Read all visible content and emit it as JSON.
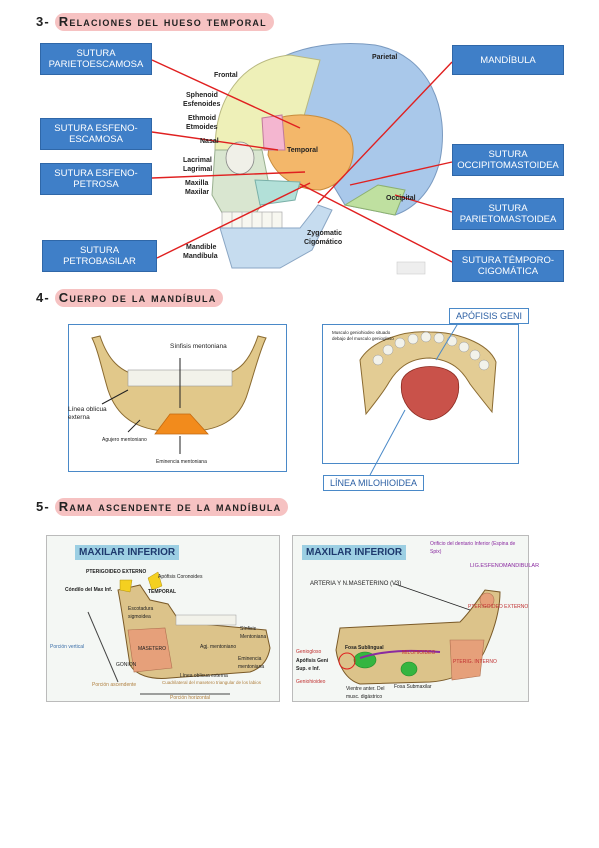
{
  "sections": [
    {
      "num": "3-",
      "title": "Relaciones del hueso temporal"
    },
    {
      "num": "4-",
      "title": "Cuerpo de la mandíbula"
    },
    {
      "num": "5-",
      "title": "Rama ascendente de la mandíbula"
    }
  ],
  "skull": {
    "boxes": {
      "parietoescamosa": "SUTURA PARIETOESCAMOSA",
      "esfenoescamosa": "SUTURA ESFENO-ESCAMOSA",
      "esfenopetrosa": "SUTURA ESFENO-PETROSA",
      "petrobasilar": "SUTURA PETROBASILAR",
      "mandibula": "MANDÍBULA",
      "occipitomastoidea": "SUTURA OCCIPITOMASTOIDEA",
      "parietomastoidea": "SUTURA PARIETOMASTOIDEA",
      "temporocigomatica": "SUTURA TÉMPORO-CIGOMÁTICA"
    },
    "labels": {
      "parietal": "Parietal",
      "frontal": "Frontal",
      "sphenoid": "Sphenoid",
      "esfenoides": "Esfenoides",
      "ethmoid": "Ethmoid",
      "etmoides": "Etmoides",
      "nasal": "Nasal",
      "temporal": "Temporal",
      "lacrimal": "Lacrimal",
      "lagrimal": "Lagrimal",
      "maxilla": "Maxilla",
      "maxilar": "Maxilar",
      "occipital": "Occipital",
      "zygomatic": "Zygomatic",
      "cigomatico": "Cigomático",
      "mandible": "Mandible",
      "mandibula_lbl": "Mandíbula"
    }
  },
  "mandible_body": {
    "sinfisis": "Sínfisis mentoniana",
    "linea_obl": "Línea oblicua externa",
    "agujero": "Agujero mentoniano",
    "eminencia": "Eminencia mentoniana",
    "musculo": "Musculo geniohiodeo situado debajo del musculo geniogloso",
    "apofisis_geni": "APÓFISIS GENI",
    "linea_milo": "LÍNEA MILOHIOIDEA"
  },
  "rama_left": {
    "header": "MAXILAR INFERIOR",
    "pterigoideo": "PTERIGOIDEO EXTERNO",
    "apofisis_cor": "Apófisis Coronoides",
    "condilo": "Cóndilo del Max Inf.",
    "temporal": "TEMPORAL",
    "escotadura": "Escotadura sigmoidea",
    "sinfisis": "Sínfisis Mentoniana",
    "masetero": "MASETERO",
    "porcion_vertical": "Porción vertical",
    "gonion": "GONION",
    "agujero": "Agj. mentoniano",
    "eminencia": "Eminencia mentoniana",
    "linea_obl": "Línea oblicua externa",
    "porcion_asc": "Porción ascendente",
    "cuadrilateral": "Cuadrilateral del masetero triangular de los labios",
    "porcion_horiz": "Porción horizontal"
  },
  "rama_right": {
    "header": "MAXILAR INFERIOR",
    "orificio": "Orificio del dentario Inferior (Espina de Spix)",
    "lig": "LIG.ESFENOMANDIBULAR",
    "arteria": "ARTERIA Y N.MASETERINO (V3)",
    "pterigoideo_ext": "PTERIGOIDEO EXTERNO",
    "geniogloso": "Geniogloso",
    "fosa_sub": "Fosa Sublingual",
    "milohioideo": "MILOHIOIDEO",
    "apofisis_geni": "Apófisis Geni Sup. e Inf.",
    "pterigoideo_int": "PTERIG. INTERNO",
    "geniohioideo": "Geniohioideo",
    "vientre": "Vientre anter. Del musc. digástrico",
    "fosa_submax": "Fosa Submaxilar"
  },
  "colors": {
    "accent_blue": "#3f7fc8",
    "pill_pink": "#f6c2c2",
    "line_red": "#e02020",
    "frame_blue": "#4a89c8"
  }
}
